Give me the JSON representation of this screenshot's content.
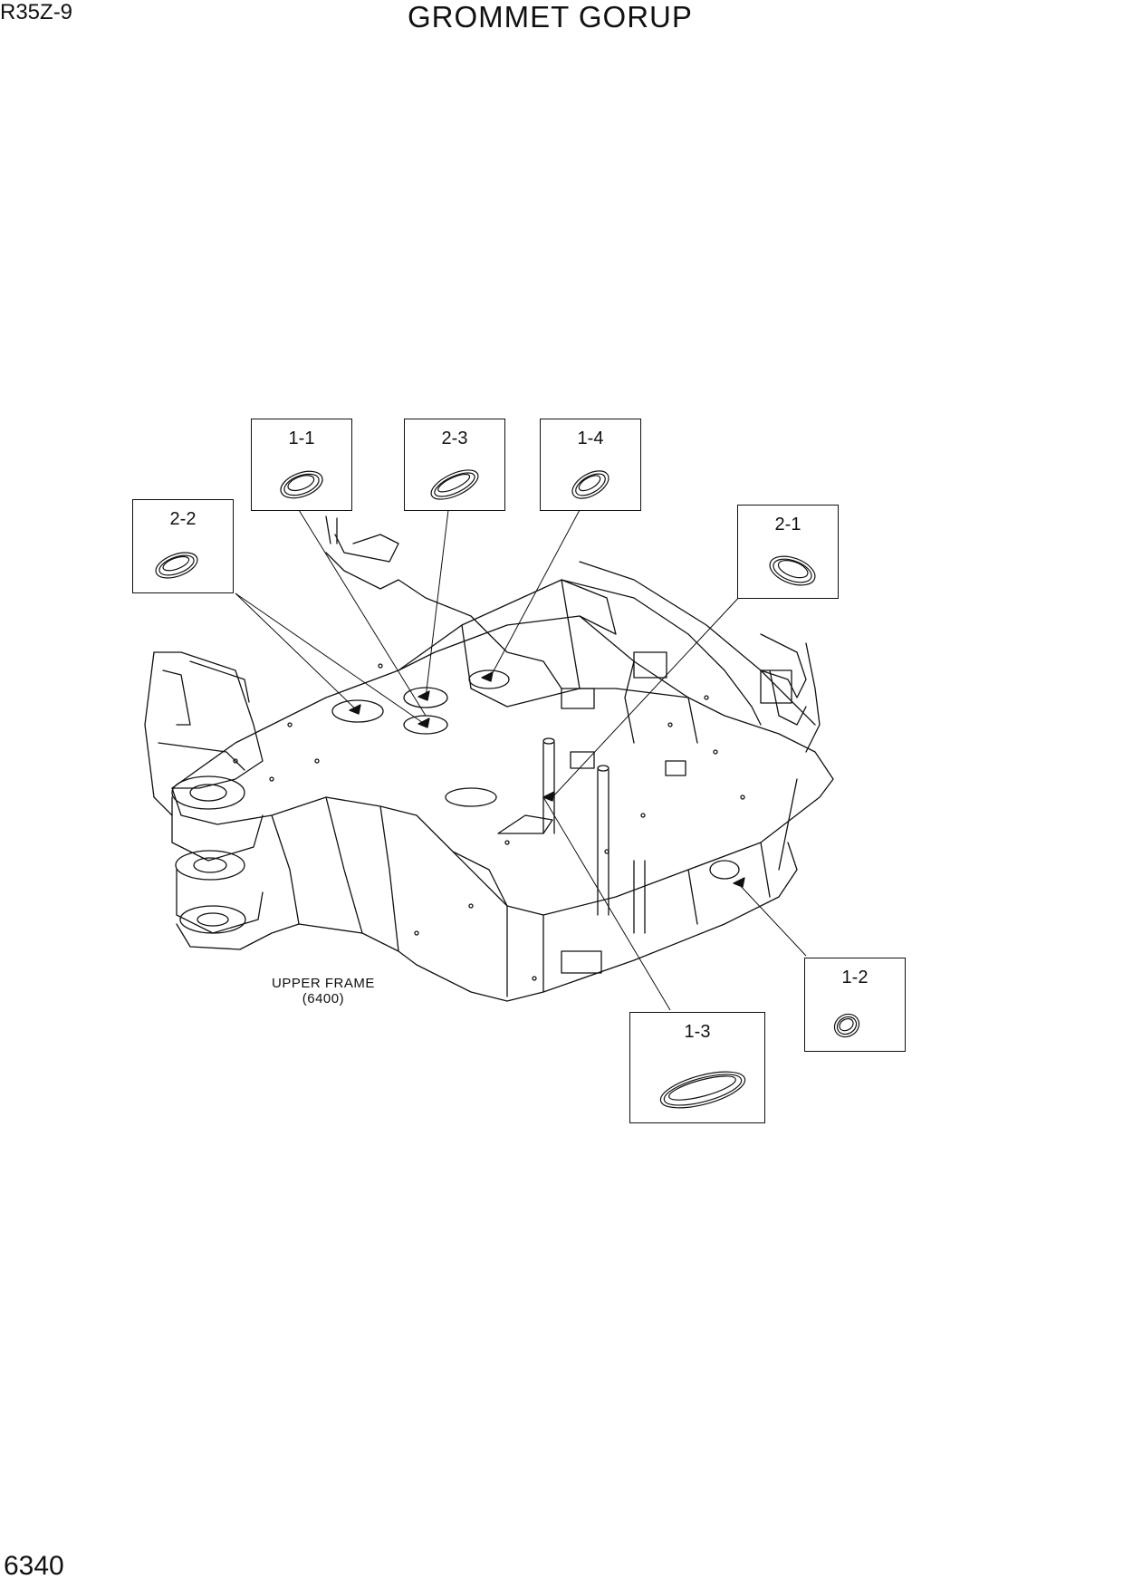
{
  "header": {
    "model_code": "R35Z-9",
    "title": "GROMMET GORUP"
  },
  "footer": {
    "page_number": "6340"
  },
  "drawing": {
    "frame_label_line1": "UPPER FRAME",
    "frame_label_line2": "(6400)",
    "line_color": "#111111"
  },
  "callouts": [
    {
      "id": "1-1",
      "label": "1-1",
      "icon": "oval-grommet-icon"
    },
    {
      "id": "2-3",
      "label": "2-3",
      "icon": "oval-grommet-icon"
    },
    {
      "id": "1-4",
      "label": "1-4",
      "icon": "oval-grommet-icon"
    },
    {
      "id": "2-2",
      "label": "2-2",
      "icon": "oval-grommet-icon"
    },
    {
      "id": "2-1",
      "label": "2-1",
      "icon": "oval-grommet-icon"
    },
    {
      "id": "1-2",
      "label": "1-2",
      "icon": "round-grommet-icon"
    },
    {
      "id": "1-3",
      "label": "1-3",
      "icon": "long-oval-grommet-icon"
    }
  ]
}
